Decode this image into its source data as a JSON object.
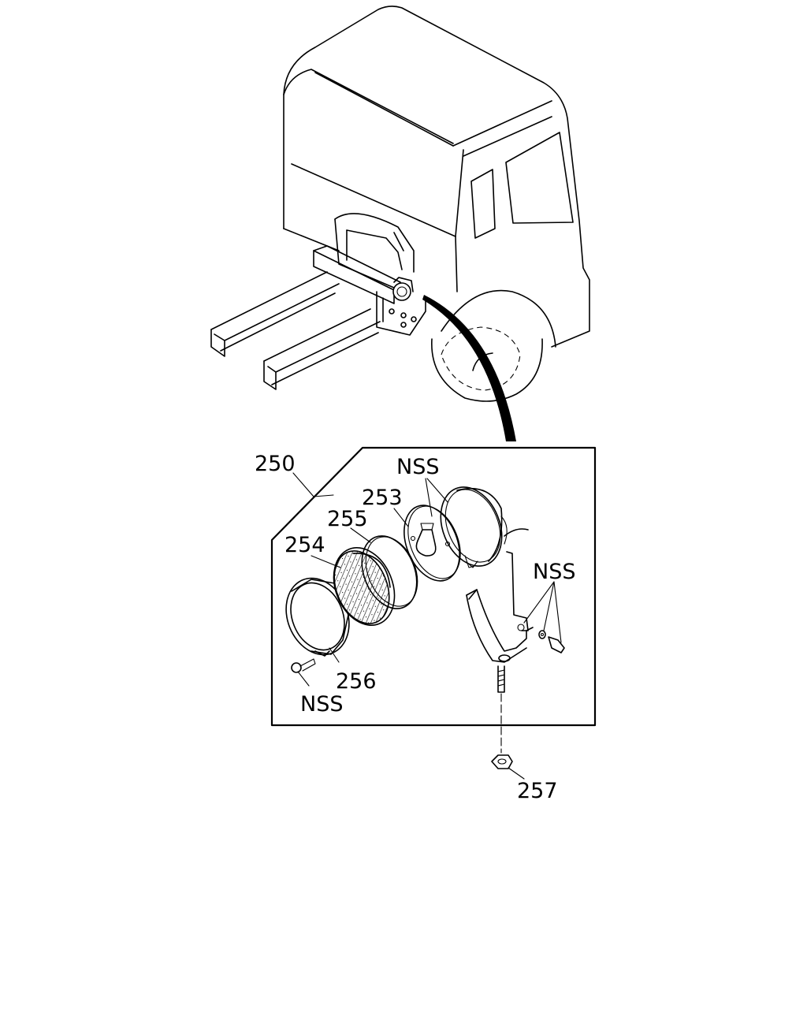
{
  "diagram": {
    "callouts": {
      "assembly": "250",
      "bulb_plate": "253",
      "lens": "254",
      "gasket": "255",
      "rim": "256",
      "nut": "257",
      "nss_top": "NSS",
      "nss_right": "NSS",
      "nss_bottom_left": "NSS"
    },
    "colors": {
      "ink": "#000000",
      "background": "#ffffff"
    }
  }
}
